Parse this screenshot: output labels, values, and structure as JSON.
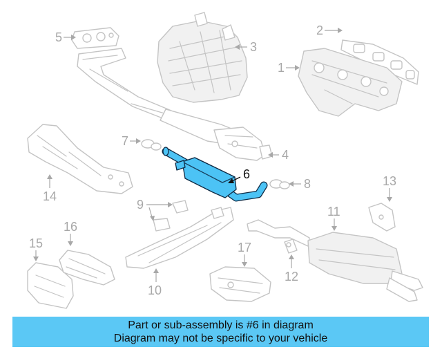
{
  "diagram": {
    "callouts": {
      "c1": "1",
      "c2": "2",
      "c3": "3",
      "c4": "4",
      "c5": "5",
      "c6": "6",
      "c7": "7",
      "c8": "8",
      "c9": "9",
      "c10": "10",
      "c11": "11",
      "c12": "12",
      "c13": "13",
      "c14": "14",
      "c15": "15",
      "c16": "16",
      "c17": "17"
    },
    "highlighted_part": "6",
    "colors": {
      "highlight_fill": "#4cc3f5",
      "highlight_outline": "#0f2a44",
      "ghost_outline": "#c4c4c4"
    }
  },
  "banner": {
    "line1": "Part or sub-assembly is #6 in diagram",
    "line2": "Diagram may not be specific to your vehicle",
    "color": "#5bc8f5"
  }
}
